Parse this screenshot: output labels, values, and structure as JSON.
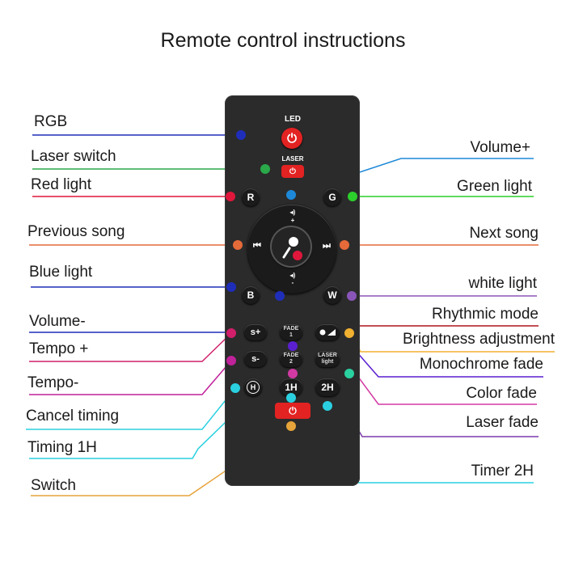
{
  "title": "Remote control instructions",
  "labels_left": [
    {
      "key": "rgb",
      "text": "RGB",
      "color": "#1f2eb8"
    },
    {
      "key": "laser_switch",
      "text": "Laser switch",
      "color": "#2aa84a"
    },
    {
      "key": "red_light",
      "text": "Red light",
      "color": "#e0173b"
    },
    {
      "key": "previous_song",
      "text": "Previous song",
      "color": "#e56a3a"
    },
    {
      "key": "blue_light",
      "text": "Blue light",
      "color": "#1f2eb8"
    },
    {
      "key": "volume_minus",
      "text": "Volume-",
      "color": "#1f2eb8"
    },
    {
      "key": "tempo_plus",
      "text": "Tempo +",
      "color": "#d11f6b"
    },
    {
      "key": "tempo_minus",
      "text": "Tempo-",
      "color": "#c0229a"
    },
    {
      "key": "cancel_timing",
      "text": "Cancel timing",
      "color": "#2ad0e0"
    },
    {
      "key": "timing_1h",
      "text": "Timing 1H",
      "color": "#2ad0e0"
    },
    {
      "key": "switch",
      "text": "Switch",
      "color": "#e6a43a"
    }
  ],
  "labels_right": [
    {
      "key": "volume_plus",
      "text": "Volume+",
      "color": "#1e88d8"
    },
    {
      "key": "green_light",
      "text": "Green light",
      "color": "#2ccf2c"
    },
    {
      "key": "next_song",
      "text": "Next song",
      "color": "#e56a3a"
    },
    {
      "key": "white_light",
      "text": "white light",
      "color": "#8a55b8"
    },
    {
      "key": "rhythmic_mode",
      "text": "Rhythmic mode",
      "color": "#b1121b"
    },
    {
      "key": "brightness_adjustment",
      "text": "Brightness adjustment",
      "color": "#f0b030"
    },
    {
      "key": "monochrome_fade",
      "text": "Monochrome fade",
      "color": "#5a1fd0"
    },
    {
      "key": "color_fade",
      "text": "Color fade",
      "color": "#d13aa3"
    },
    {
      "key": "laser_fade",
      "text": "Laser fade",
      "color": "#7a3aa8"
    },
    {
      "key": "timer_2h",
      "text": "Timer 2H",
      "color": "#2ad0e0"
    }
  ],
  "remote": {
    "led": "LED",
    "laser": "LASER",
    "r": "R",
    "g": "G",
    "b": "B",
    "w": "W",
    "vol_up": "◂)",
    "plus": "+",
    "minus": "-",
    "prev": "⏮",
    "next": "⏭",
    "s_plus": "s+",
    "s_minus": "s-",
    "fade1": "FADE\n1",
    "fade2": "FADE\n2",
    "laser_light": "LASER\nlight",
    "h_cancel": "H",
    "one_h": "1H",
    "two_h": "2H",
    "power": "⏻"
  }
}
